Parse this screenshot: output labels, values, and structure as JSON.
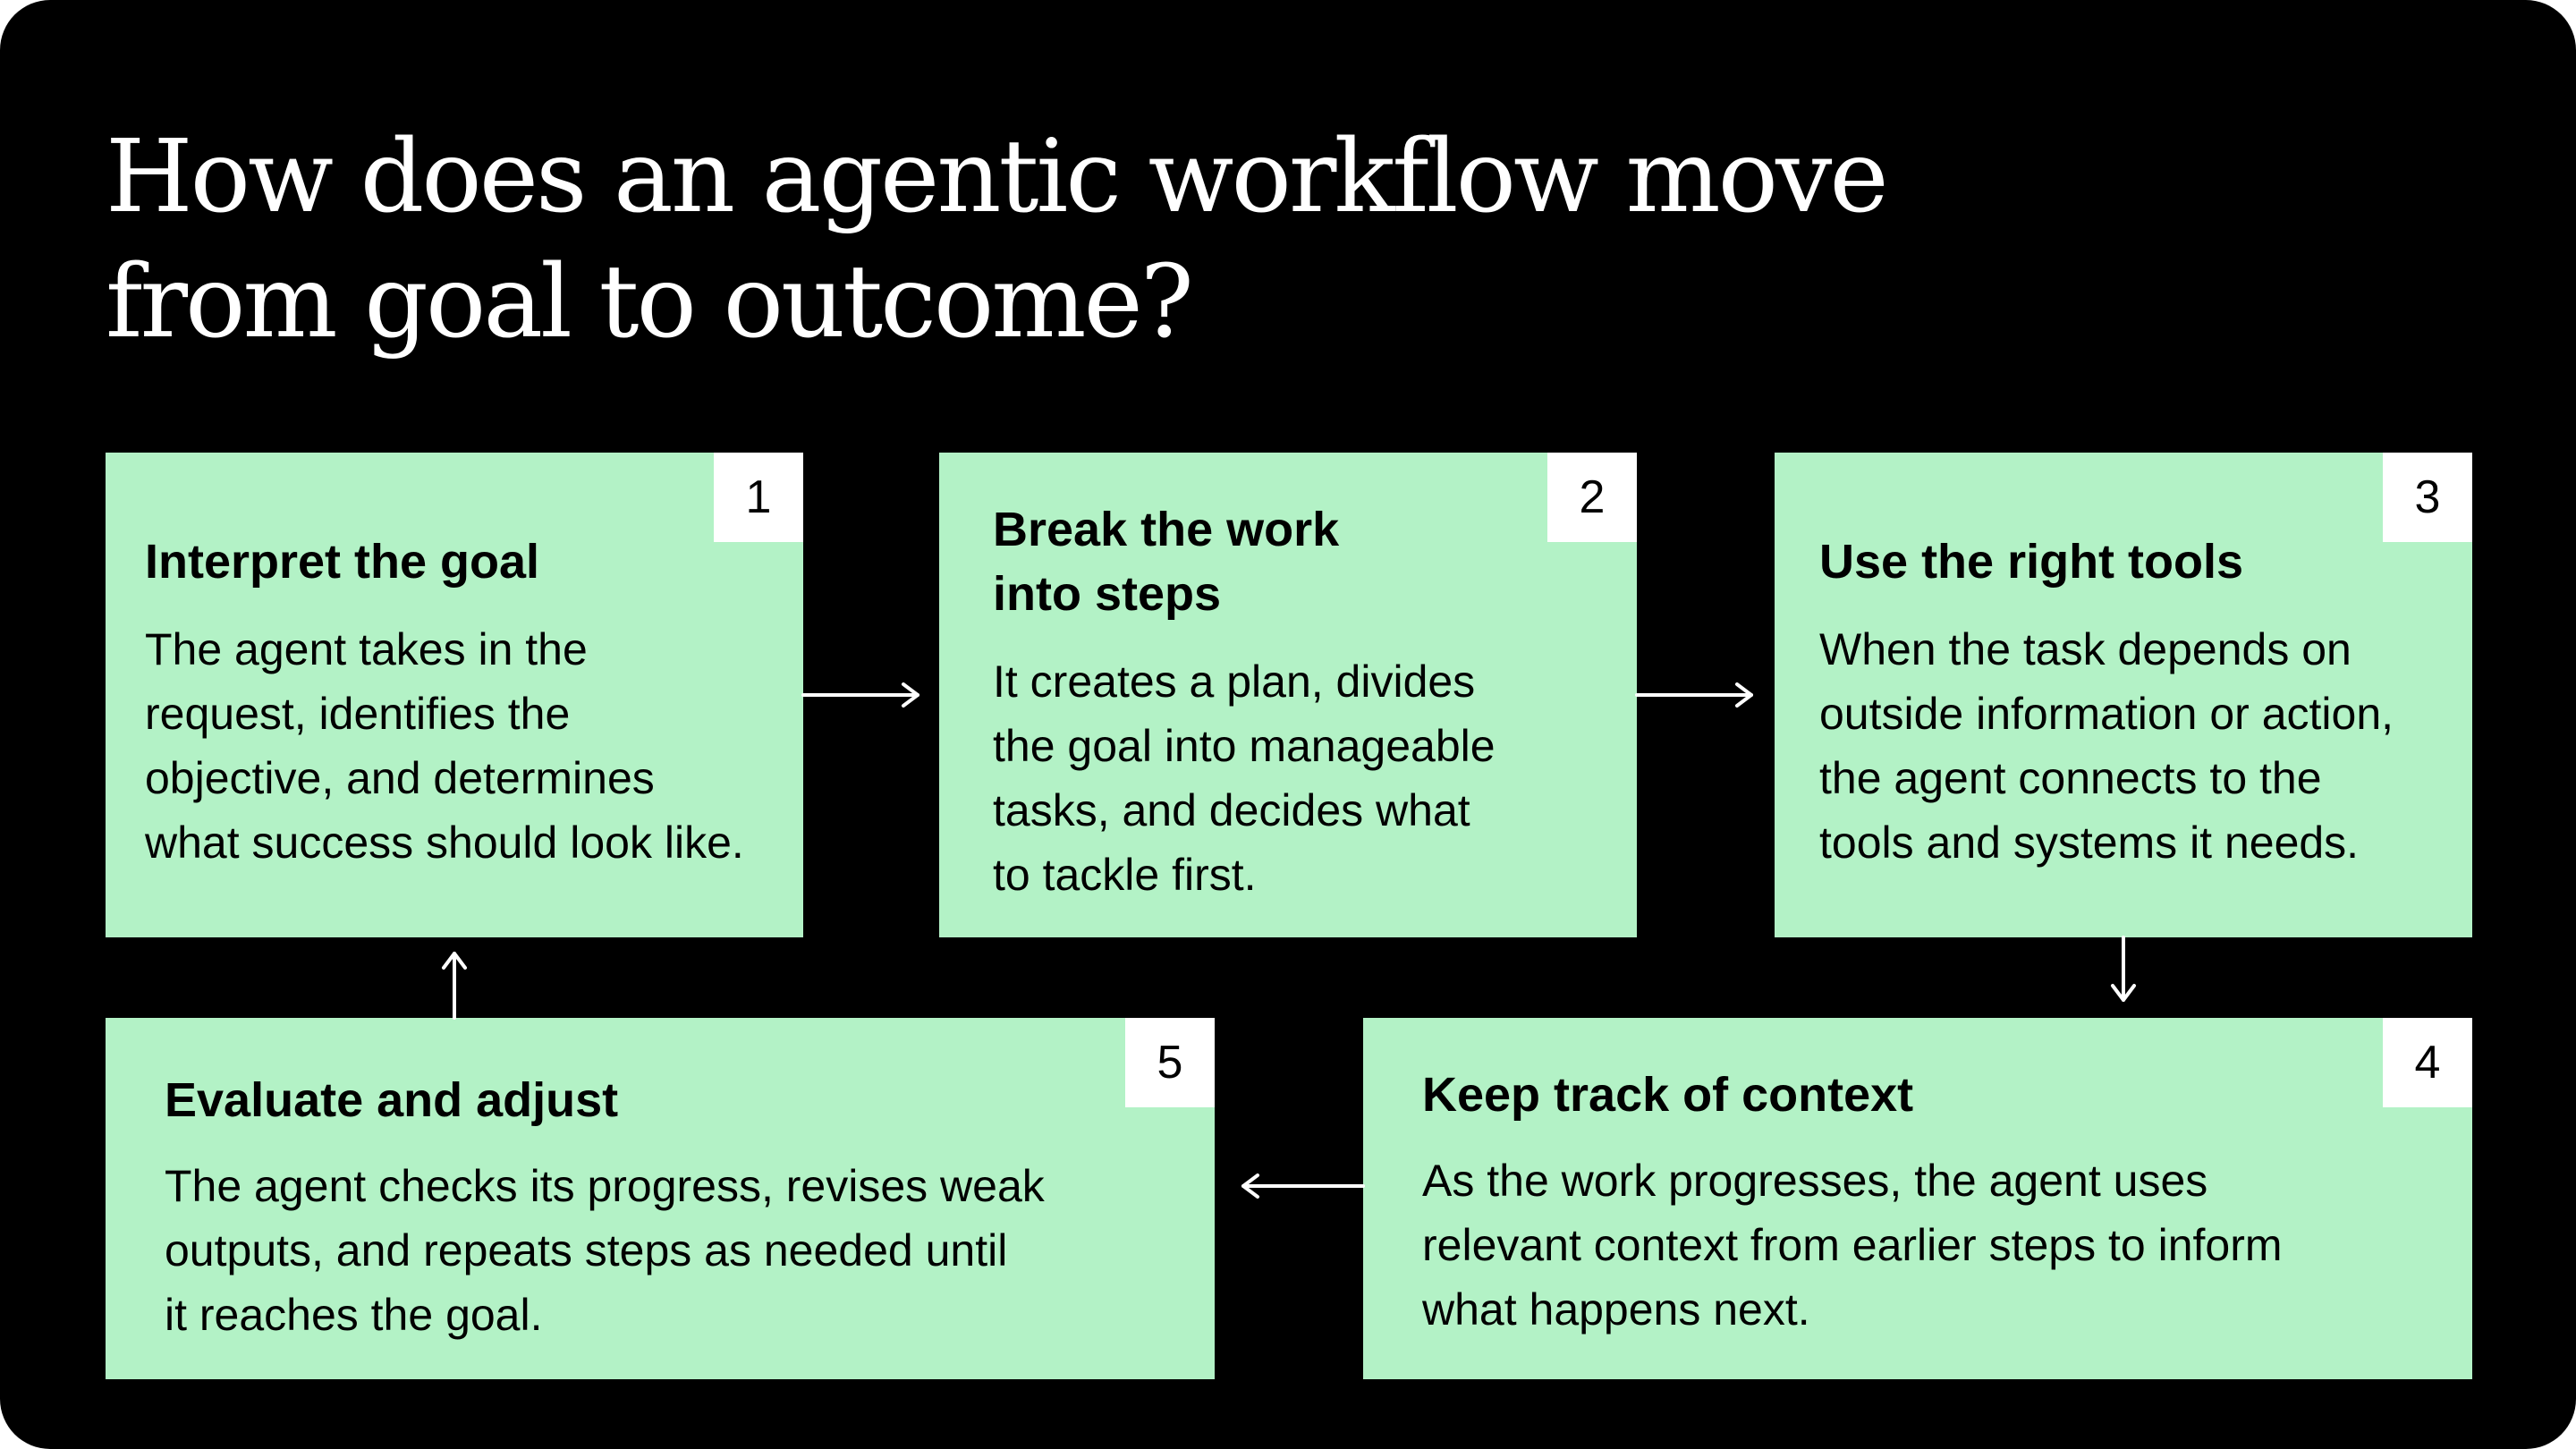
{
  "title": "How does an agentic workflow move\nfrom goal to outcome?",
  "colors": {
    "background": "#000000",
    "card": "#b3f2c6",
    "number_tab": "#ffffff",
    "text_on_dark": "#ffffff",
    "text_on_card": "#000000"
  },
  "steps": [
    {
      "number": "1",
      "title": "Interpret the goal",
      "body": "The agent takes in the\nrequest, identifies the\nobjective, and determines\nwhat success should look like."
    },
    {
      "number": "2",
      "title": "Break the work\ninto steps",
      "body": "It creates a plan, divides\nthe goal into manageable\ntasks, and decides what\nto tackle first."
    },
    {
      "number": "3",
      "title": "Use the right tools",
      "body": "When the task depends on\noutside information or action,\nthe agent connects to the\ntools and systems it needs."
    },
    {
      "number": "4",
      "title": "Keep track of context",
      "body": "As the work progresses, the agent uses\nrelevant context from earlier steps to inform\nwhat happens next."
    },
    {
      "number": "5",
      "title": "Evaluate and adjust",
      "body": "The agent checks its progress, revises weak\noutputs, and repeats steps as needed until\nit reaches the goal."
    }
  ],
  "flow": [
    {
      "from": "1",
      "to": "2",
      "direction": "right"
    },
    {
      "from": "2",
      "to": "3",
      "direction": "right"
    },
    {
      "from": "3",
      "to": "4",
      "direction": "down"
    },
    {
      "from": "4",
      "to": "5",
      "direction": "left"
    },
    {
      "from": "5",
      "to": "1",
      "direction": "up"
    }
  ]
}
